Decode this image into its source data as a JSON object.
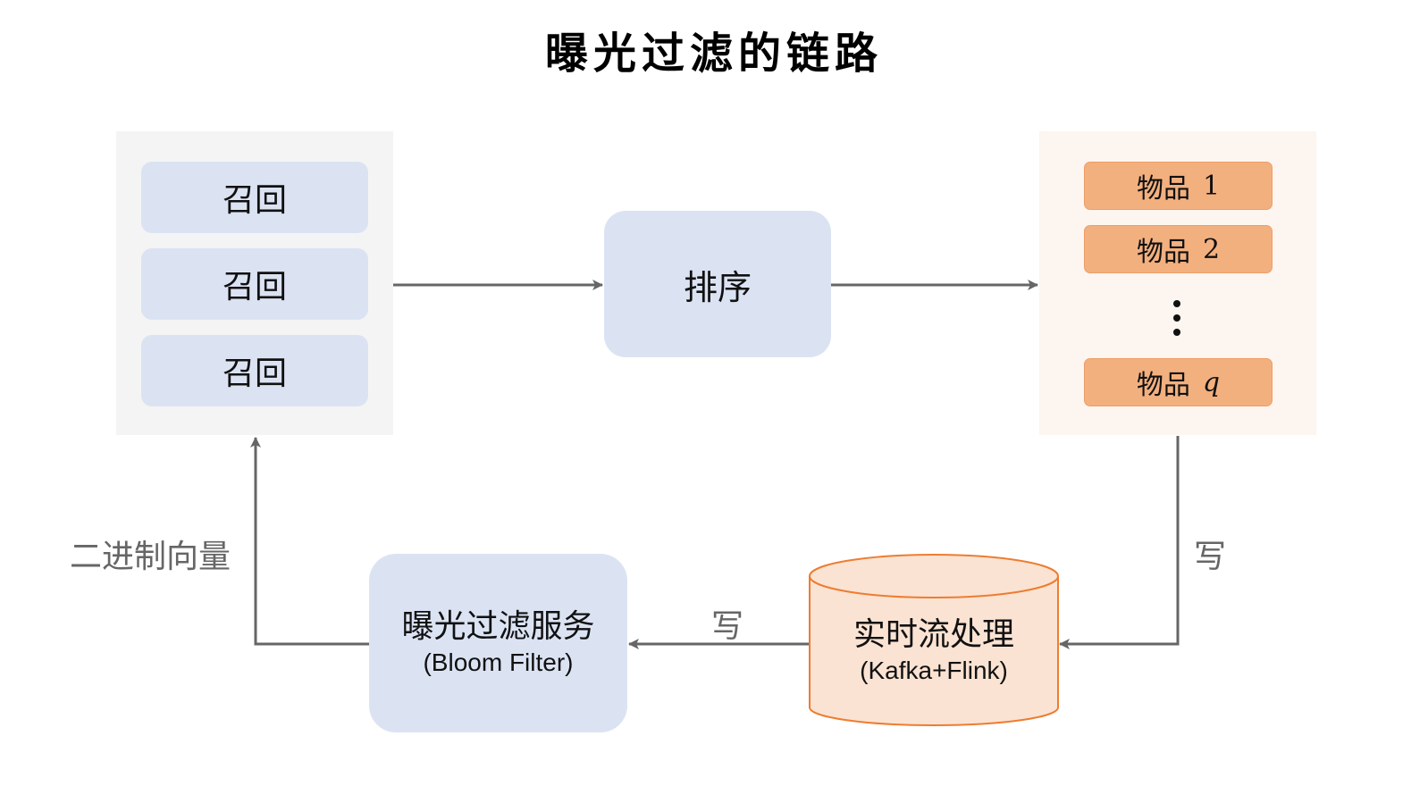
{
  "title": "曝光过滤的链路",
  "recall_boxes": [
    "召回",
    "召回",
    "召回"
  ],
  "ranking": "排序",
  "items": [
    {
      "name": "物品",
      "index": "1"
    },
    {
      "name": "物品",
      "index": "2"
    },
    {
      "name": "物品",
      "index": "q"
    }
  ],
  "bloom_service": {
    "name": "曝光过滤服务",
    "detail": "(Bloom Filter)"
  },
  "stream_processing": {
    "name": "实时流处理",
    "detail": "(Kafka+Flink)"
  },
  "edge_labels": {
    "binary_vector": "二进制向量",
    "write_right": "写",
    "write_bottom": "写"
  },
  "colors": {
    "blue_box": "#dbe3f3",
    "orange_item": "#f3b07f",
    "cylinder_fill": "#fbe3d3",
    "cylinder_stroke": "#ed7d31",
    "arrow": "#666666"
  }
}
